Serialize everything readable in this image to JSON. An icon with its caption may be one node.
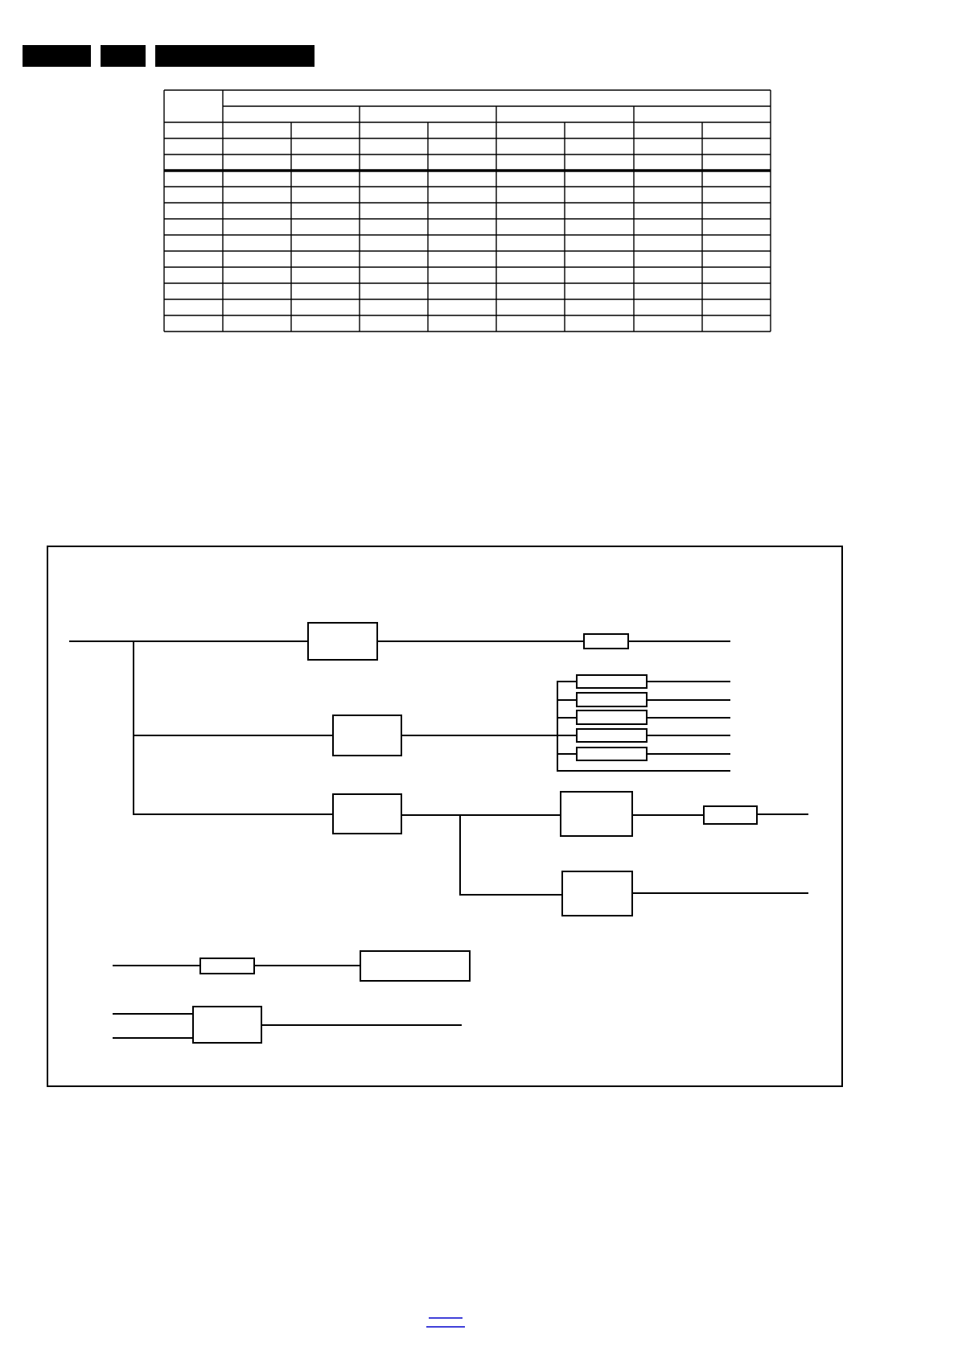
{
  "diagram": {
    "nodes": [
      {
        "text": [],
        "shape": "box"
      },
      {
        "text": [],
        "shape": "box"
      },
      {
        "text": [],
        "shape": "box"
      },
      {
        "text": [],
        "shape": "box"
      },
      {
        "text": [],
        "shape": "box"
      },
      {
        "text": [],
        "shape": "box"
      },
      {
        "text": [],
        "shape": "box"
      },
      {
        "text": [],
        "shape": "box"
      },
      {
        "text": [],
        "shape": "box"
      },
      {
        "text": [],
        "shape": "box"
      },
      {
        "text": [],
        "shape": "box"
      },
      {
        "text": [],
        "shape": "box"
      },
      {
        "text": [],
        "shape": "box"
      },
      {
        "text": [],
        "shape": "box"
      },
      {
        "text": [],
        "shape": "box"
      }
    ],
    "edges": [
      {
        "from": null,
        "to": 0,
        "arrow": "none"
      },
      {
        "from": null,
        "to": 2,
        "arrow": "none"
      },
      {
        "from": null,
        "to": 8,
        "arrow": "none"
      },
      {
        "from": 0,
        "to": 1,
        "arrow": "none"
      },
      {
        "from": 1,
        "to": null,
        "arrow": "none"
      },
      {
        "from": 2,
        "to": 3,
        "arrow": "none"
      },
      {
        "from": 2,
        "to": 4,
        "arrow": "none"
      },
      {
        "from": 2,
        "to": 5,
        "arrow": "none"
      },
      {
        "from": 2,
        "to": 6,
        "arrow": "none"
      },
      {
        "from": 2,
        "to": 7,
        "arrow": "none"
      },
      {
        "from": 2,
        "to": null,
        "arrow": "none"
      },
      {
        "from": 3,
        "to": null,
        "arrow": "none"
      },
      {
        "from": 4,
        "to": null,
        "arrow": "none"
      },
      {
        "from": 5,
        "to": null,
        "arrow": "none"
      },
      {
        "from": 6,
        "to": null,
        "arrow": "none"
      },
      {
        "from": 7,
        "to": null,
        "arrow": "none"
      },
      {
        "from": 8,
        "to": 9,
        "arrow": "none"
      },
      {
        "from": 8,
        "to": 11,
        "arrow": "none"
      },
      {
        "from": 9,
        "to": 10,
        "arrow": "none"
      },
      {
        "from": 10,
        "to": null,
        "arrow": "none"
      },
      {
        "from": 11,
        "to": null,
        "arrow": "none"
      },
      {
        "from": null,
        "to": 12,
        "arrow": "none"
      },
      {
        "from": 12,
        "to": 13,
        "arrow": "none"
      },
      {
        "from": null,
        "to": 14,
        "arrow": "none"
      },
      {
        "from": null,
        "to": 14,
        "arrow": "none"
      },
      {
        "from": 14,
        "to": null,
        "arrow": "none"
      }
    ]
  }
}
